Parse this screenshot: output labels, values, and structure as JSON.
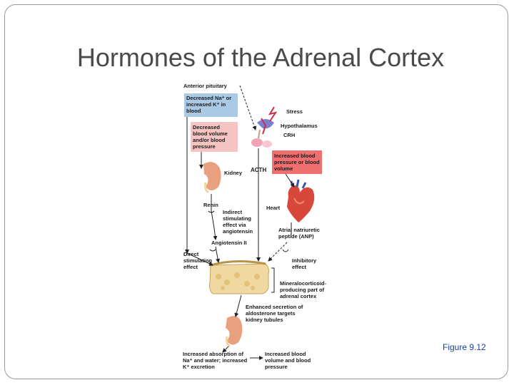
{
  "slide": {
    "title": "Hormones of the Adrenal Cortex",
    "figure_ref": "Figure 9.12"
  },
  "diagram": {
    "anterior_pituitary": "Anterior pituitary",
    "decreased_na": "Decreased Na⁺ or increased K⁺ in blood",
    "decreased_bv": "Decreased blood volume and/or blood pressure",
    "stress": "Stress",
    "hypothalamus": "Hypothalamus",
    "crh": "CRH",
    "increased_bp": "Increased blood pressure or blood volume",
    "kidney": "Kidney",
    "acth": "ACTH",
    "renin": "Renin",
    "indirect": "Indirect stimulating effect via angiotensin",
    "heart": "Heart",
    "anp": "Atrial natriuretic peptide (ANP)",
    "angiotensin": "Angiotensin II",
    "direct": "Direct stimulating effect",
    "inhibitory": "Inhibitory effect",
    "mineralo": "Mineralocorticoid-producing part of adrenal cortex",
    "enhanced": "Enhanced secretion of aldosterone targets kidney tubules",
    "absorption": "Increased absorption of Na⁺ and water; increased K⁺ excretion",
    "increased_bv": "Increased blood volume and blood pressure",
    "colors": {
      "blue_box": "#a9c9e4",
      "red_box": "#ee6f70",
      "pink_box": "#f6c3c3",
      "kidney": "#e9a07e",
      "cortex": "#f0d9a0"
    }
  }
}
